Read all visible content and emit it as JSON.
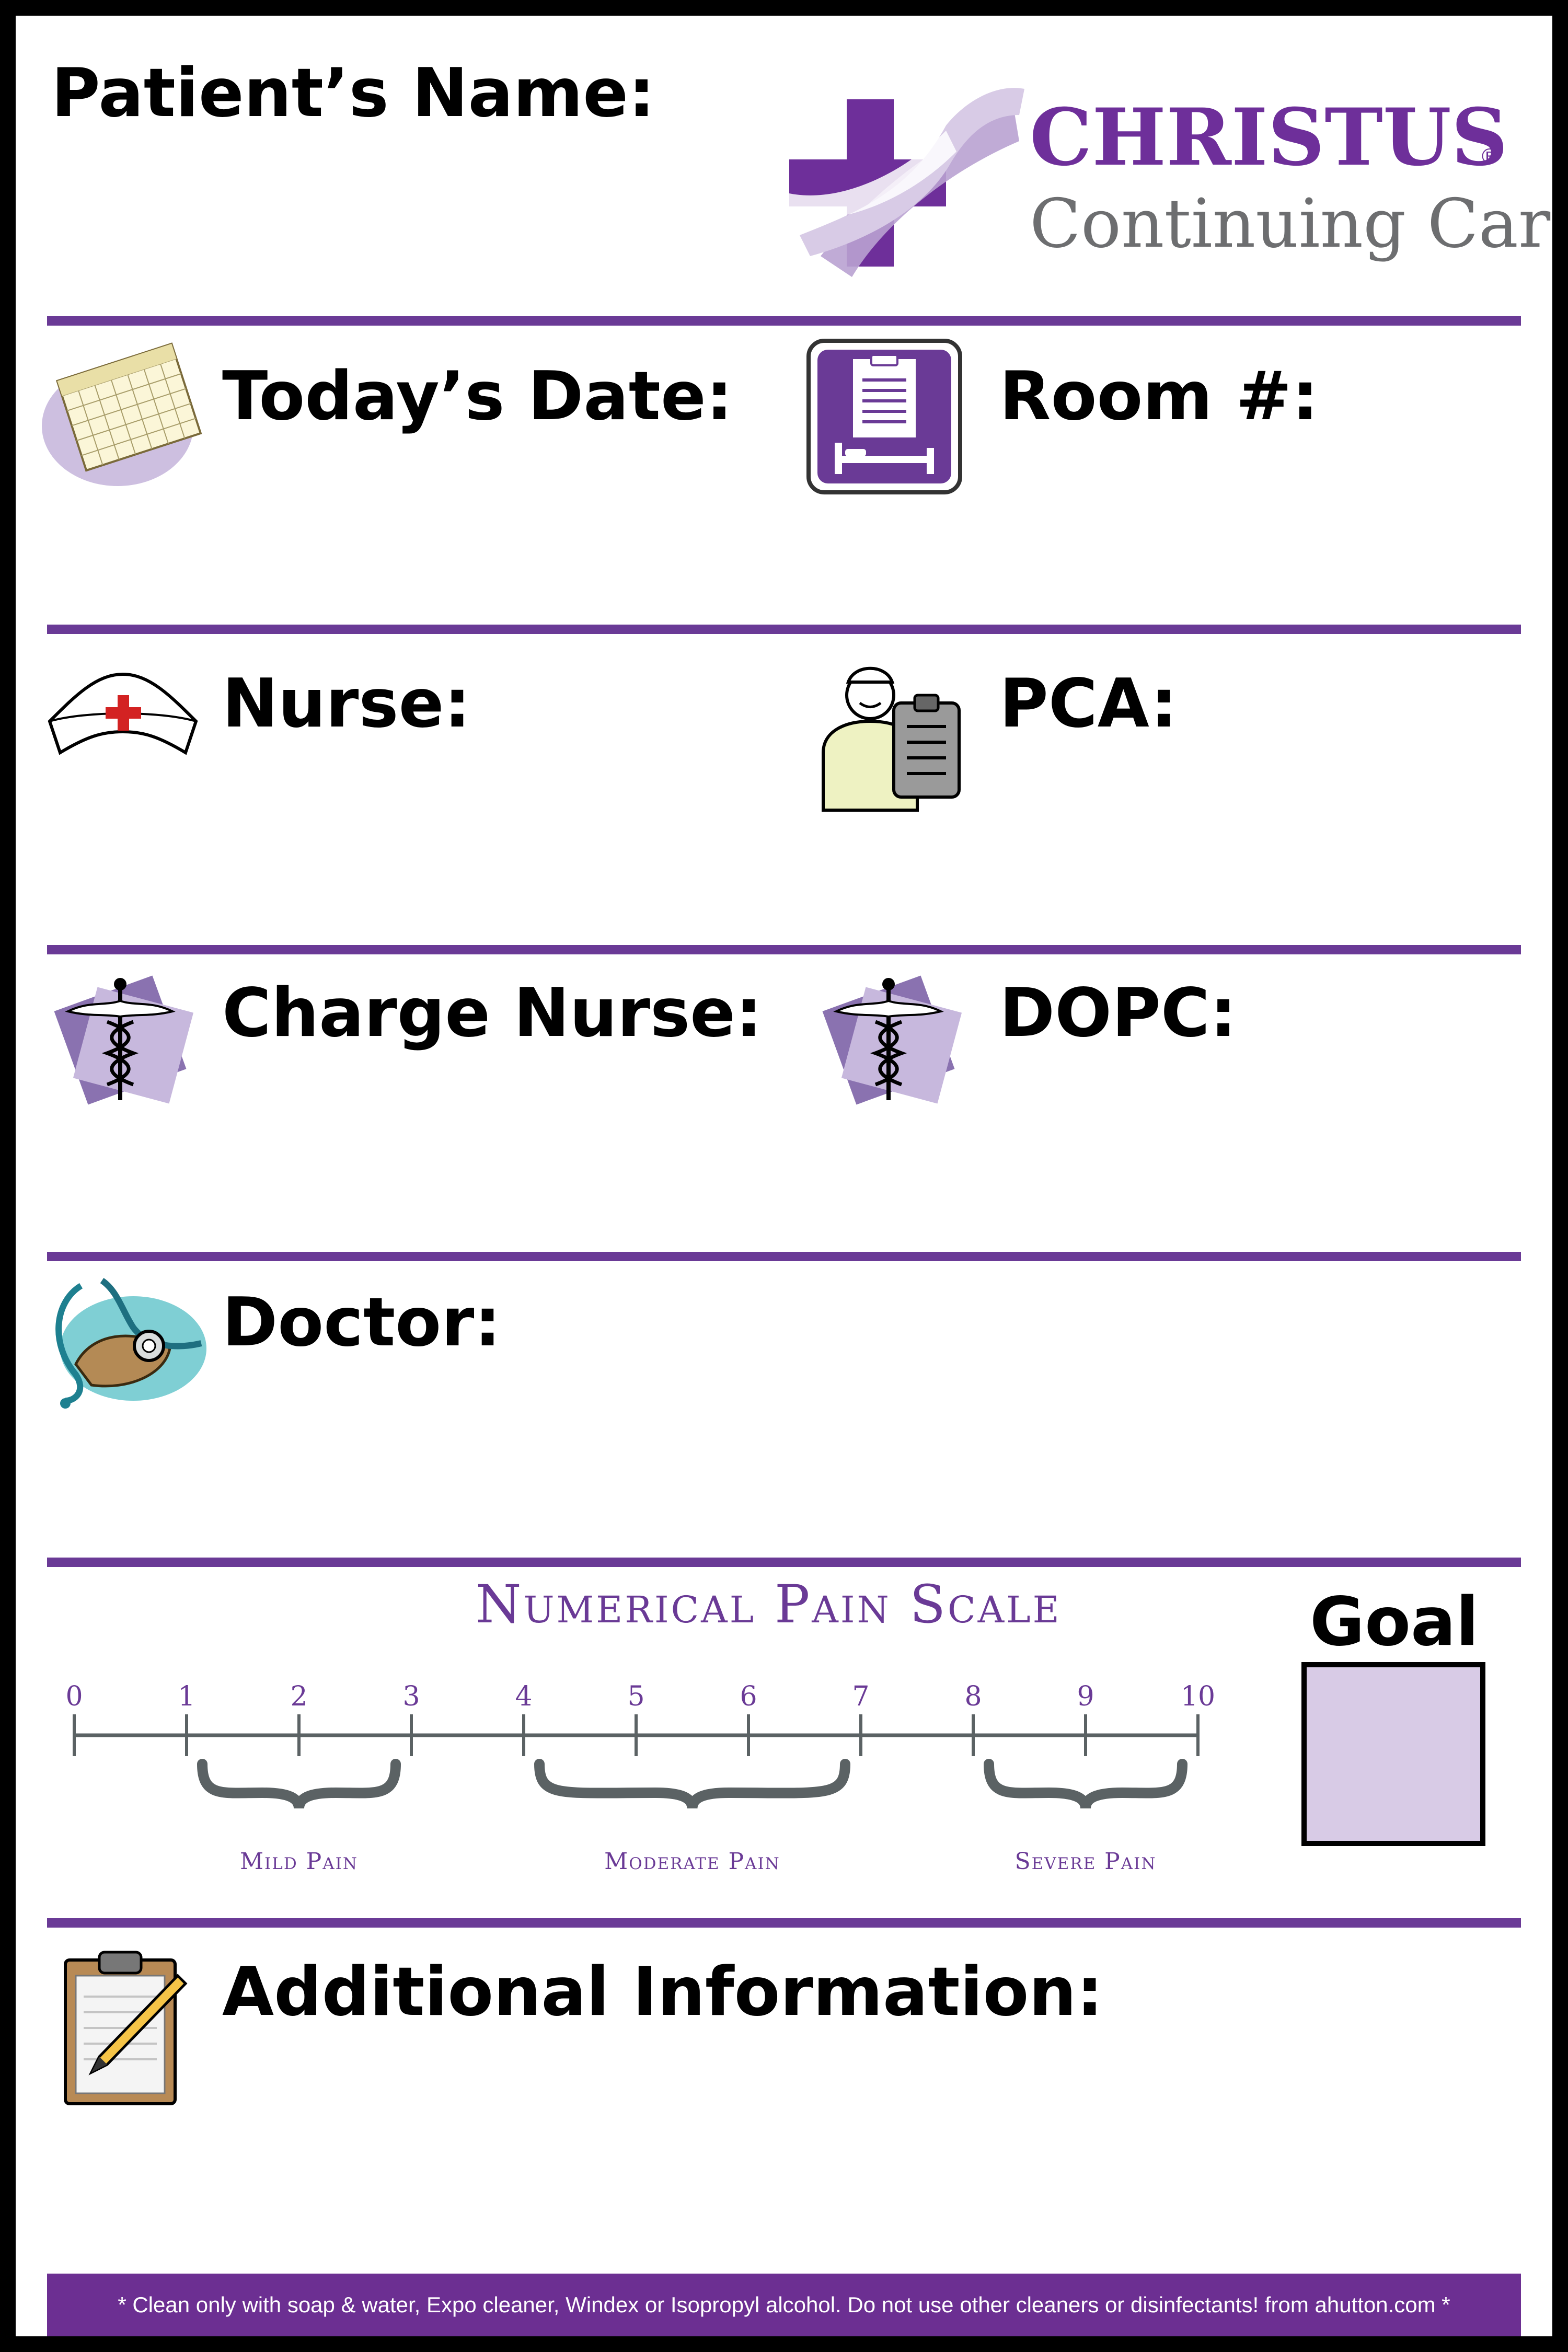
{
  "board": {
    "patient_name_label": "Patient’s Name:",
    "todays_date_label": "Today’s Date:",
    "room_label": "Room #:",
    "nurse_label": "Nurse:",
    "pca_label": "PCA:",
    "charge_nurse_label": "Charge Nurse:",
    "dopc_label": "DOPC:",
    "doctor_label": "Doctor:",
    "additional_info_label": "Additional Information:",
    "goal_label": "Goal"
  },
  "logo": {
    "name": "CHRISTUS",
    "registered": "®",
    "subtitle": "Continuing Care"
  },
  "pain_scale": {
    "title": "Numerical Pain Scale",
    "ticks": [
      "0",
      "1",
      "2",
      "3",
      "4",
      "5",
      "6",
      "7",
      "8",
      "9",
      "10"
    ],
    "ranges": [
      {
        "label": "Mild Pain",
        "from": 1,
        "to": 3
      },
      {
        "label": "Moderate Pain",
        "from": 4,
        "to": 7
      },
      {
        "label": "Severe Pain",
        "from": 8,
        "to": 10
      }
    ]
  },
  "footer": {
    "text": "* Clean only with soap & water, Expo cleaner, Windex or Isopropyl alcohol.  Do not use other cleaners or disinfectants!   from ahutton.com *"
  },
  "colors": {
    "purple": "#6a3a96",
    "light_purple": "#d8cbe6",
    "logo_purple": "#6e2f9a",
    "logo_gray": "#6d6e70",
    "scale_gray": "#5b6264",
    "footer_bg": "#6c2f92"
  },
  "icons": {
    "calendar": "calendar-icon",
    "room": "clipboard-bed-icon",
    "nurse": "nurse-cap-icon",
    "pca": "pca-caregiver-icon",
    "charge_nurse": "caduceus-icon",
    "dopc": "caduceus-icon",
    "doctor": "stethoscope-icon",
    "additional_info": "clipboard-pencil-icon"
  }
}
